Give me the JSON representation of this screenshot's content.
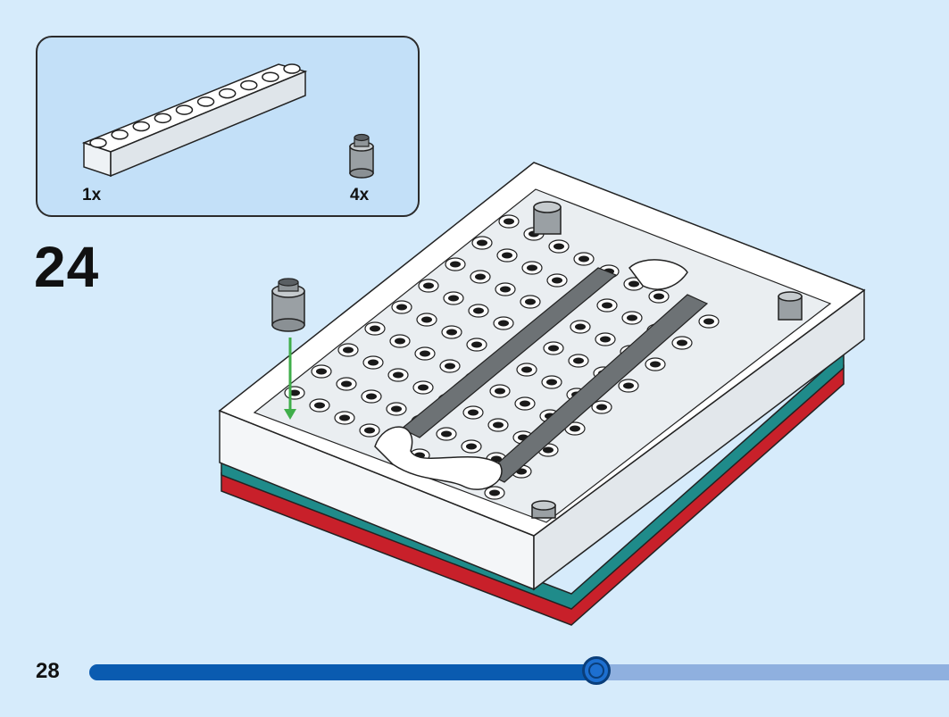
{
  "page": {
    "step_number": "24",
    "page_number": "28"
  },
  "parts_list": [
    {
      "quantity": "1x",
      "part": "white-brick-1x10-icon"
    },
    {
      "quantity": "4x",
      "part": "gray-round-brick-icon"
    }
  ],
  "progress": {
    "fraction": 0.59,
    "colors": {
      "fill": "#0a5bb0",
      "track": "#8fb0df"
    }
  },
  "colors": {
    "background": "#d6ebfb",
    "parts_box": "#c3e0f8",
    "arrow": "#3fae4a"
  }
}
